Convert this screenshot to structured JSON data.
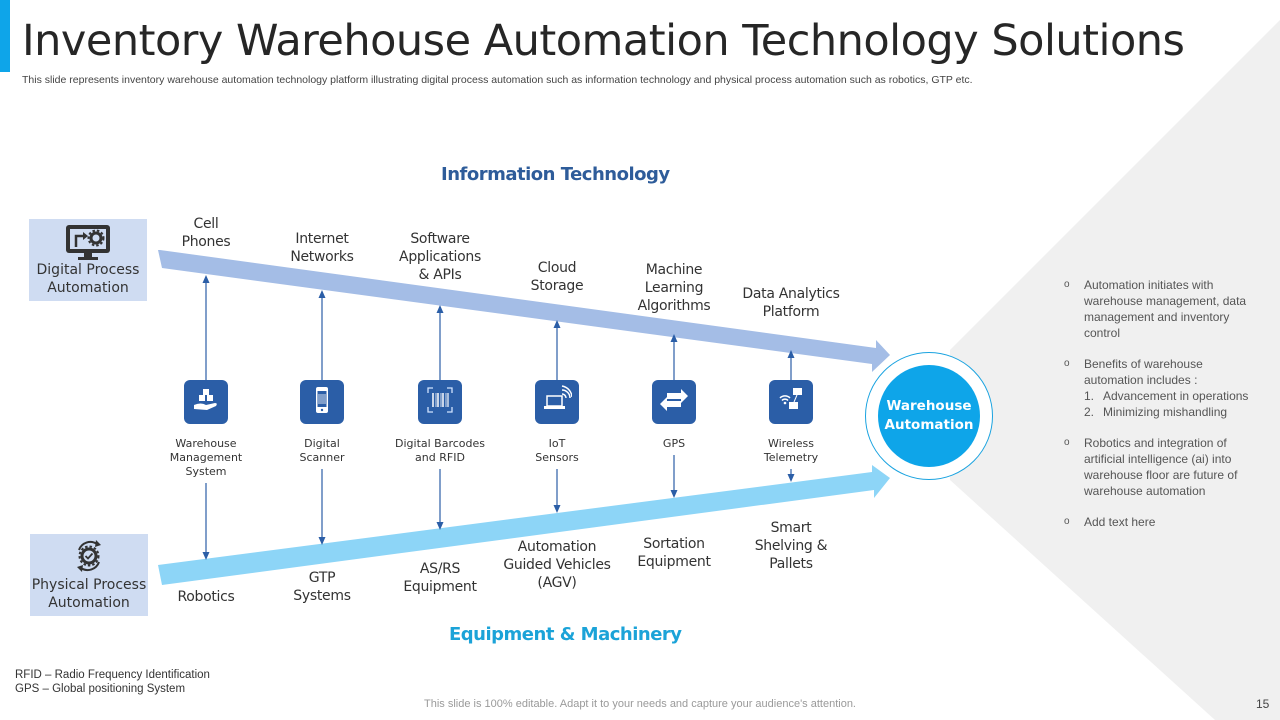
{
  "header": {
    "title": "Inventory Warehouse Automation Technology Solutions",
    "subtitle": "This slide represents inventory warehouse automation technology platform illustrating digital process automation such as information technology and physical process automation such as robotics, GTP etc."
  },
  "colors": {
    "accent": "#0ea5e9",
    "tile_blue": "#2b5ea7",
    "top_arrow": "#a4bde6",
    "bottom_arrow": "#8dd5f7",
    "it_title": "#2e5c9a",
    "em_title": "#1ba3d8",
    "side_box": "#cfdcf2"
  },
  "sides": {
    "digital": {
      "label_1": "Digital Process",
      "label_2": "Automation",
      "icon": "monitor-gear-icon"
    },
    "physical": {
      "label_1": "Physical Process",
      "label_2": "Automation",
      "icon": "gear-cycle-icon"
    }
  },
  "categories": {
    "it": "Information Technology",
    "em": "Equipment & Machinery"
  },
  "it_items": [
    {
      "lines": [
        "Cell",
        "Phones"
      ]
    },
    {
      "lines": [
        "Internet",
        "Networks"
      ]
    },
    {
      "lines": [
        "Software",
        "Applications",
        "& APIs"
      ]
    },
    {
      "lines": [
        "Cloud",
        "Storage"
      ]
    },
    {
      "lines": [
        "Machine",
        "Learning",
        "Algorithms"
      ]
    },
    {
      "lines": [
        "Data Analytics",
        "Platform"
      ]
    }
  ],
  "middle_items": [
    {
      "icon": "hand-boxes-icon",
      "lines": [
        "Warehouse",
        "Management",
        "System"
      ]
    },
    {
      "icon": "phone-scanner-icon",
      "lines": [
        "Digital",
        "Scanner"
      ]
    },
    {
      "icon": "barcode-icon",
      "lines": [
        "Digital Barcodes",
        "and RFID"
      ]
    },
    {
      "icon": "laptop-wifi-icon",
      "lines": [
        "IoT",
        "Sensors"
      ]
    },
    {
      "icon": "exchange-arrows-icon",
      "lines": [
        "GPS"
      ]
    },
    {
      "icon": "wireless-network-icon",
      "lines": [
        "Wireless",
        "Telemetry"
      ]
    }
  ],
  "em_items": [
    {
      "lines": [
        "Robotics"
      ]
    },
    {
      "lines": [
        "GTP",
        "Systems"
      ]
    },
    {
      "lines": [
        "AS/RS",
        "Equipment"
      ]
    },
    {
      "lines": [
        "Automation",
        "Guided Vehicles",
        "(AGV)"
      ]
    },
    {
      "lines": [
        "Sortation",
        "Equipment"
      ]
    },
    {
      "lines": [
        "Smart",
        "Shelving &",
        "Pallets"
      ]
    }
  ],
  "hub": {
    "line_1": "Warehouse",
    "line_2": "Automation"
  },
  "notes": {
    "bullet_glyph": "o",
    "item_1": "Automation initiates with warehouse management, data management and inventory control",
    "item_2": "Benefits of warehouse automation includes :",
    "item_2_sub": [
      {
        "num": "1.",
        "text": "Advancement in operations"
      },
      {
        "num": "2.",
        "text": "Minimizing mishandling"
      }
    ],
    "item_3": "Robotics and integration of artificial intelligence (ai) into warehouse floor are future of warehouse automation",
    "item_4": "Add text here"
  },
  "abbreviations": [
    "RFID – Radio Frequency Identification",
    "GPS – Global positioning System"
  ],
  "footer": {
    "text": "This slide is 100% editable. Adapt it to your needs and capture your audience's attention.",
    "page_number": "15"
  }
}
